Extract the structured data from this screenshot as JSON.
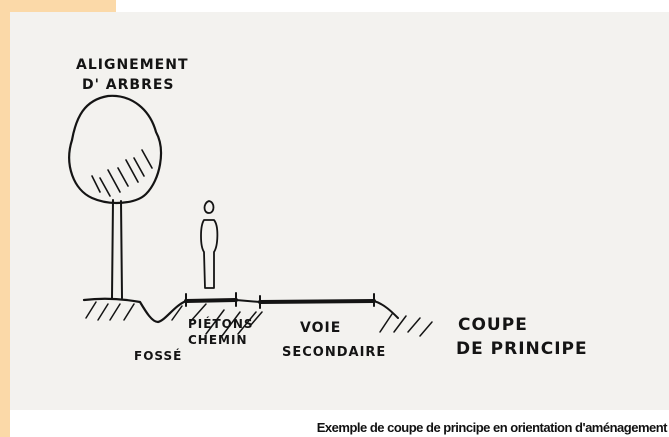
{
  "labels": {
    "tree_line1": "ALIGNEMENT",
    "tree_line2": "D' ARBRES",
    "pietons": "PIÉTONS",
    "chemin": "CHEMIN",
    "fosse": "FOSSÉ",
    "voie_line1": "VOIE",
    "voie_line2": "SECONDAIRE",
    "coupe_line1": "COUPE",
    "coupe_line2": "DE PRINCIPE"
  },
  "caption": "Exemple de coupe de principe en orientation d'aménagement",
  "colors": {
    "ink": "#141414",
    "paper": "#f3f2ef",
    "edge": "#fbd9a8"
  }
}
